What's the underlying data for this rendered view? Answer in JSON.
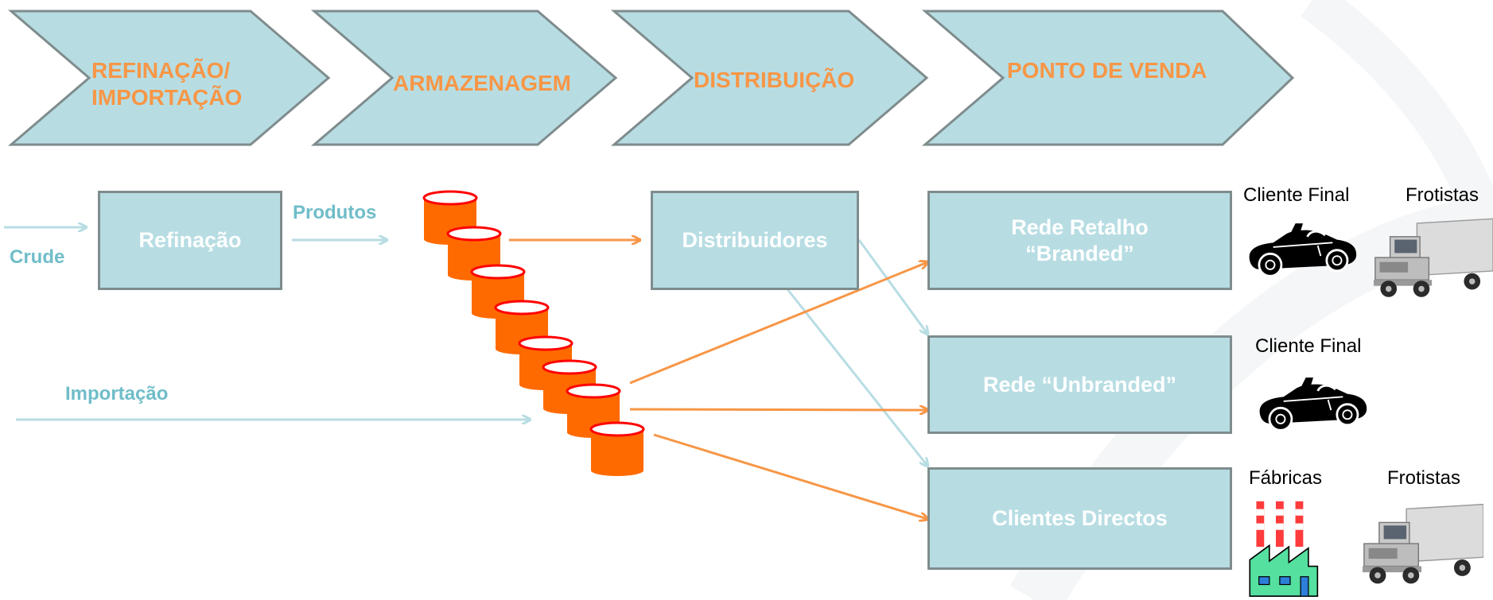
{
  "stages": [
    {
      "line1": "REFINAÇÃO/",
      "line2": "IMPORTAÇÃO"
    },
    {
      "line1": "ARMAZENAGEM",
      "line2": ""
    },
    {
      "line1": "DISTRIBUIÇÃO",
      "line2": ""
    },
    {
      "line1": "PONTO DE VENDA",
      "line2": ""
    }
  ],
  "boxes": {
    "refinacao": "Refinação",
    "distribuidores": "Distribuidores",
    "retalho_line1": "Rede Retalho",
    "retalho_line2": "“Branded”",
    "unbranded": "Rede “Unbranded”",
    "clientes_directos": "Clientes Directos"
  },
  "flows": {
    "crude": "Crude",
    "produtos": "Produtos",
    "importacao": "Importação"
  },
  "customers": {
    "retalho": [
      "Cliente Final",
      "Frotistas"
    ],
    "unbranded": [
      "Cliente Final"
    ],
    "directos": [
      "Fábricas",
      "Frotistas"
    ]
  },
  "icons": [
    "convertible-car-icon",
    "pickup-truck-icon",
    "factory-icon",
    "storage-tank-icon"
  ],
  "colors": {
    "chevron_fill": "#b7dde3",
    "accent_orange": "#f79646",
    "teal_text": "#6fbdc9",
    "box_border": "#7f8c8d"
  }
}
